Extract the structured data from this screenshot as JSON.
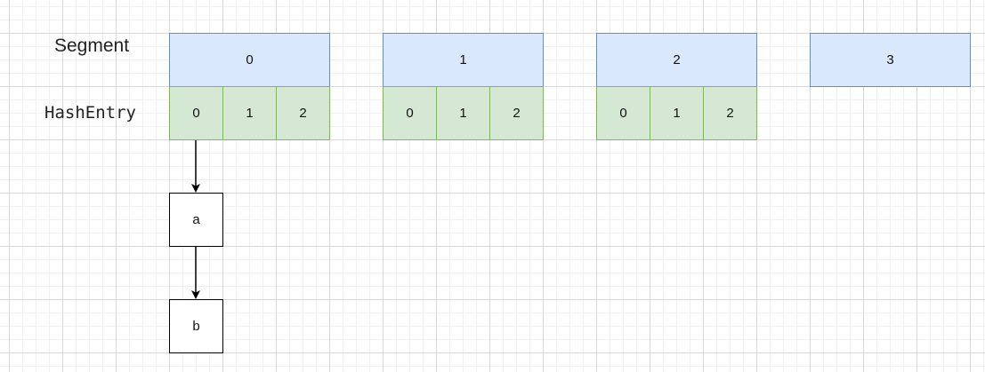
{
  "labels": {
    "segment": "Segment",
    "hashentry": "HashEntry"
  },
  "segments": [
    {
      "label": "0",
      "entries": [
        "0",
        "1",
        "2"
      ]
    },
    {
      "label": "1",
      "entries": [
        "0",
        "1",
        "2"
      ]
    },
    {
      "label": "2",
      "entries": [
        "0",
        "1",
        "2"
      ]
    },
    {
      "label": "3",
      "entries": []
    }
  ],
  "chain": {
    "nodes": [
      "a",
      "b"
    ]
  },
  "colors": {
    "segment_fill": "#dae8fc",
    "segment_stroke": "#6c8ebf",
    "entry_fill": "#d5e8d4",
    "entry_stroke": "#82b366",
    "node_stroke": "#000000"
  }
}
